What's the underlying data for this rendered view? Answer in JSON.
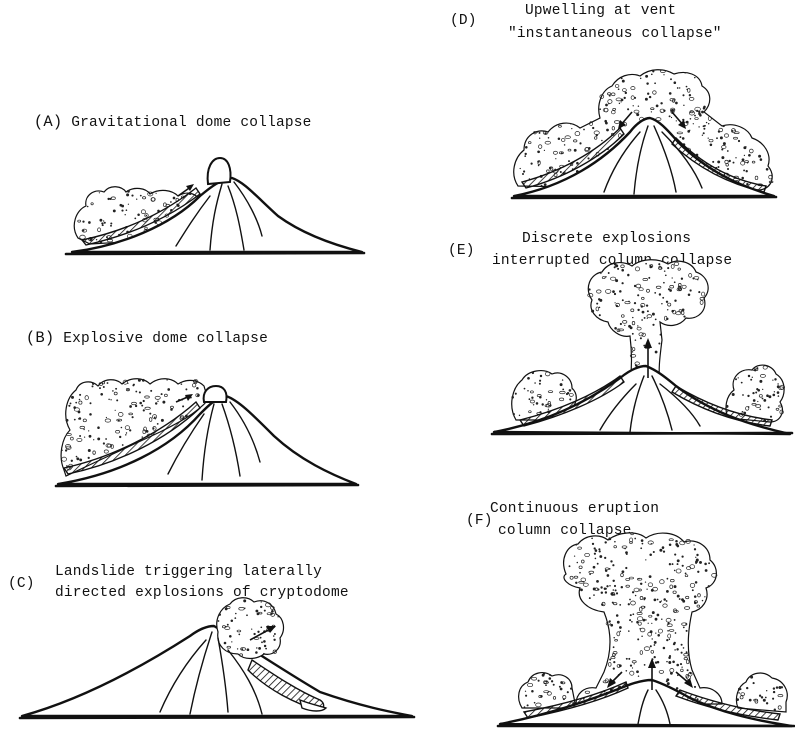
{
  "panels": {
    "a": {
      "letter": "(A)",
      "text": "Gravitational dome collapse"
    },
    "b": {
      "letter": "(B)",
      "text": "Explosive dome collapse"
    },
    "c": {
      "letter": "(C)",
      "line1": "Landslide triggering laterally",
      "line2": "directed explosions of cryptodome"
    },
    "d": {
      "letter": "(D)",
      "line1": "Upwelling at vent",
      "line2": "\"instantaneous collapse\""
    },
    "e": {
      "letter": "(E)",
      "line1": "Discrete explosions",
      "line2": "interrupted column collapse"
    },
    "f": {
      "letter": "(F)",
      "line1": "Continuous eruption",
      "line2": "column collapse"
    }
  }
}
